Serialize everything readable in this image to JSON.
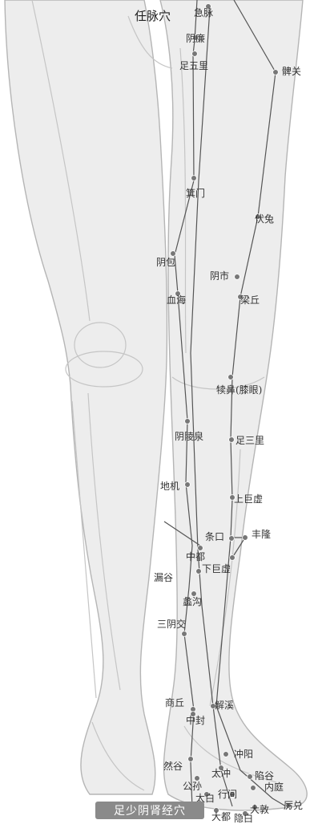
{
  "diagram": {
    "title": "任脉穴",
    "caption": "足少阴肾经穴",
    "points": [
      {
        "label": "急脉"
      },
      {
        "label": "阴廉"
      },
      {
        "label": "足五里"
      },
      {
        "label": "髀关"
      },
      {
        "label": "箕门"
      },
      {
        "label": "伏兔"
      },
      {
        "label": "阴包"
      },
      {
        "label": "阴市"
      },
      {
        "label": "血海"
      },
      {
        "label": "梁丘"
      },
      {
        "label": "犊鼻(膝眼)"
      },
      {
        "label": "阴陵泉"
      },
      {
        "label": "足三里"
      },
      {
        "label": "地机"
      },
      {
        "label": "上巨虚"
      },
      {
        "label": "条口"
      },
      {
        "label": "丰隆"
      },
      {
        "label": "中都"
      },
      {
        "label": "下巨虚"
      },
      {
        "label": "漏谷"
      },
      {
        "label": "蠡沟"
      },
      {
        "label": "三阴交"
      },
      {
        "label": "商丘"
      },
      {
        "label": "解溪"
      },
      {
        "label": "中封"
      },
      {
        "label": "冲阳"
      },
      {
        "label": "然谷"
      },
      {
        "label": "太冲"
      },
      {
        "label": "陷谷"
      },
      {
        "label": "公孙"
      },
      {
        "label": "内庭"
      },
      {
        "label": "太白"
      },
      {
        "label": "行间"
      },
      {
        "label": "厉兑"
      },
      {
        "label": "大敦"
      },
      {
        "label": "大都"
      },
      {
        "label": "隐白"
      }
    ],
    "colors": {
      "line": "#555555",
      "dot": "#777777",
      "body_fill": "#ededed",
      "body_stroke": "#b5b5b5",
      "caption_bg": "#8a8a8a"
    }
  }
}
